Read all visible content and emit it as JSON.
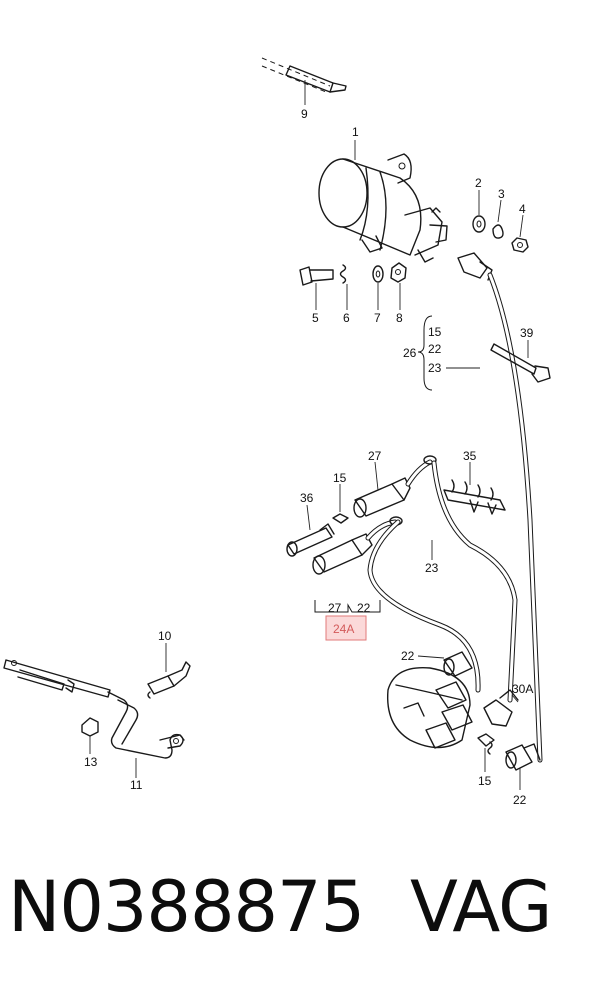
{
  "callouts": {
    "c1": "1",
    "c2": "2",
    "c3": "3",
    "c4": "4",
    "c5": "5",
    "c6": "6",
    "c7": "7",
    "c8": "8",
    "c9": "9",
    "c10": "10",
    "c11": "11",
    "c13": "13",
    "c15a": "15",
    "c15b": "15",
    "c22a": "22",
    "c22b": "22",
    "c22c": "22",
    "c23a": "23",
    "c23b": "23",
    "c26": "26",
    "c26_15": "15",
    "c26_22": "22",
    "c26_23": "23",
    "c27a": "27",
    "c27b": "27",
    "c30a": "30A",
    "c35": "35",
    "c36": "36",
    "c39": "39",
    "c24a": "24A"
  },
  "footer": {
    "part_number": "N0388875",
    "brand": "VAG"
  },
  "colors": {
    "highlight_fill": "#fbd9d9",
    "highlight_stroke": "#e07a7a",
    "ink": "#1a1a1a"
  }
}
